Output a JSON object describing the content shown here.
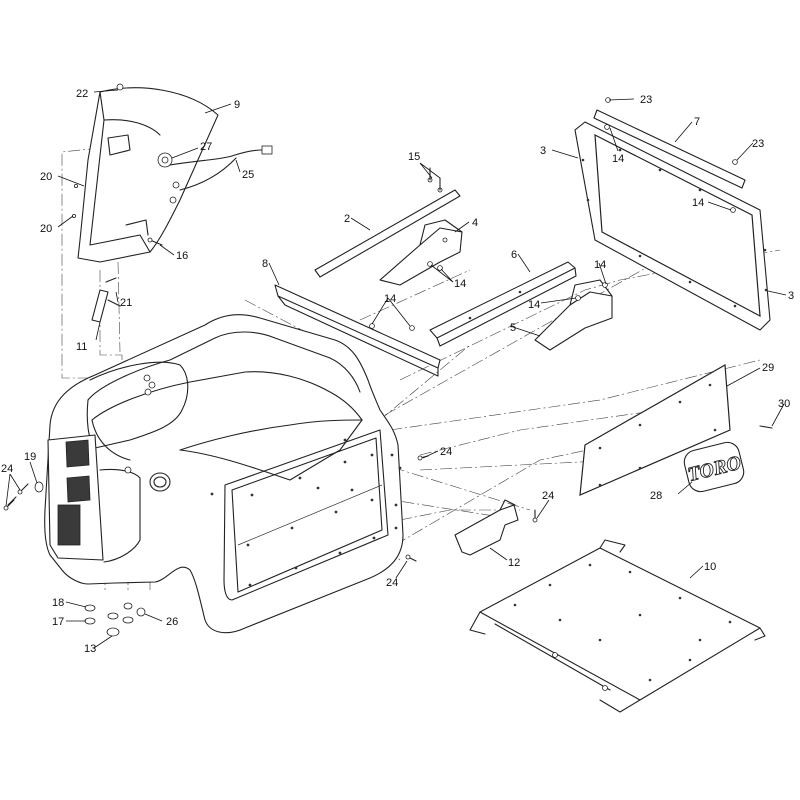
{
  "callouts": {
    "c22": "22",
    "c9": "9",
    "c27": "27",
    "c25": "25",
    "c20a": "20",
    "c20b": "20",
    "c16": "16",
    "c21": "21",
    "c11": "11",
    "c15": "15",
    "c2": "2",
    "c4": "4",
    "c14_4": "14",
    "c8": "8",
    "c14_8": "14",
    "c6": "6",
    "c14_6": "14",
    "c14_5": "14",
    "c5": "5",
    "c23a": "23",
    "c7": "7",
    "c3a": "3",
    "c14_a": "14",
    "c23b": "23",
    "c14_b": "14",
    "c3b": "3",
    "c29": "29",
    "c30": "30",
    "c28": "28",
    "c24_r": "24",
    "c24_m": "24",
    "c12": "12",
    "c24_b": "24",
    "c10": "10",
    "c24_l": "24",
    "c19": "19",
    "c18": "18",
    "c17": "17",
    "c13": "13",
    "c26": "26"
  },
  "logo": {
    "text": "TORO"
  }
}
